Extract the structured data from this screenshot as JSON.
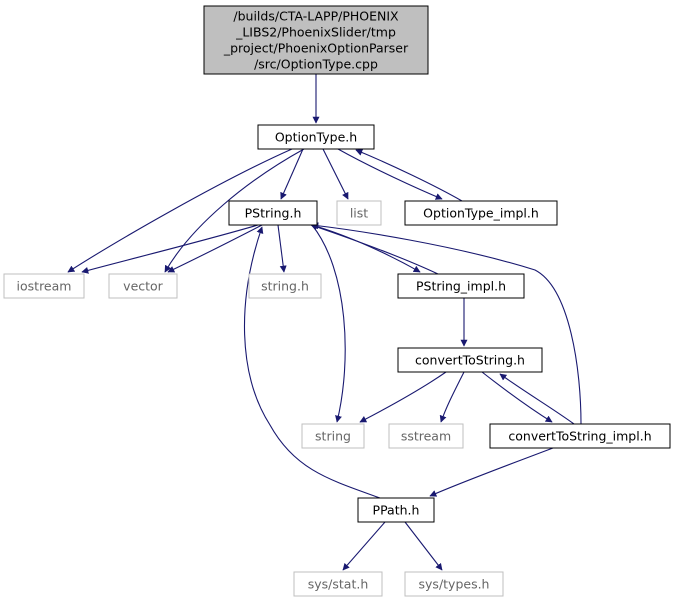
{
  "colors": {
    "edge": "#191970",
    "root_fill": "#bfbfbf",
    "node_border": "#000000",
    "external_border": "#bfbfbf",
    "external_text": "#666666",
    "text": "#000000"
  },
  "nodes": [
    {
      "id": "root",
      "kind": "root",
      "lines": [
        "/builds/CTA-LAPP/PHOENIX",
        "_LIBS2/PhoenixSlider/tmp",
        "_project/PhoenixOptionParser",
        "/src/OptionType.cpp"
      ]
    },
    {
      "id": "optiontype_h",
      "kind": "file",
      "lines": [
        "OptionType.h"
      ]
    },
    {
      "id": "pstring_h",
      "kind": "file",
      "lines": [
        "PString.h"
      ]
    },
    {
      "id": "list",
      "kind": "external",
      "lines": [
        "list"
      ]
    },
    {
      "id": "optiontype_impl_h",
      "kind": "file",
      "lines": [
        "OptionType_impl.h"
      ]
    },
    {
      "id": "iostream",
      "kind": "external",
      "lines": [
        "iostream"
      ]
    },
    {
      "id": "vector",
      "kind": "external",
      "lines": [
        "vector"
      ]
    },
    {
      "id": "string_h",
      "kind": "external",
      "lines": [
        "string.h"
      ]
    },
    {
      "id": "pstring_impl_h",
      "kind": "file",
      "lines": [
        "PString_impl.h"
      ]
    },
    {
      "id": "converttostring_h",
      "kind": "file",
      "lines": [
        "convertToString.h"
      ]
    },
    {
      "id": "string",
      "kind": "external",
      "lines": [
        "string"
      ]
    },
    {
      "id": "sstream",
      "kind": "external",
      "lines": [
        "sstream"
      ]
    },
    {
      "id": "converttostring_impl_h",
      "kind": "file",
      "lines": [
        "convertToString_impl.h"
      ]
    },
    {
      "id": "ppath_h",
      "kind": "file",
      "lines": [
        "PPath.h"
      ]
    },
    {
      "id": "sys_stat_h",
      "kind": "external",
      "lines": [
        "sys/stat.h"
      ]
    },
    {
      "id": "sys_types_h",
      "kind": "external",
      "lines": [
        "sys/types.h"
      ]
    }
  ],
  "edges": [
    {
      "from": "root",
      "to": "optiontype_h"
    },
    {
      "from": "optiontype_h",
      "to": "pstring_h"
    },
    {
      "from": "optiontype_h",
      "to": "list"
    },
    {
      "from": "optiontype_h",
      "to": "optiontype_impl_h"
    },
    {
      "from": "optiontype_h",
      "to": "iostream"
    },
    {
      "from": "optiontype_h",
      "to": "vector"
    },
    {
      "from": "optiontype_impl_h",
      "to": "optiontype_h"
    },
    {
      "from": "pstring_h",
      "to": "iostream"
    },
    {
      "from": "pstring_h",
      "to": "vector"
    },
    {
      "from": "pstring_h",
      "to": "string_h"
    },
    {
      "from": "pstring_h",
      "to": "string"
    },
    {
      "from": "pstring_h",
      "to": "pstring_impl_h"
    },
    {
      "from": "pstring_impl_h",
      "to": "pstring_h"
    },
    {
      "from": "pstring_impl_h",
      "to": "converttostring_h"
    },
    {
      "from": "converttostring_h",
      "to": "string"
    },
    {
      "from": "converttostring_h",
      "to": "sstream"
    },
    {
      "from": "converttostring_h",
      "to": "converttostring_impl_h"
    },
    {
      "from": "converttostring_impl_h",
      "to": "converttostring_h"
    },
    {
      "from": "converttostring_impl_h",
      "to": "pstring_h"
    },
    {
      "from": "converttostring_impl_h",
      "to": "ppath_h"
    },
    {
      "from": "ppath_h",
      "to": "pstring_h"
    },
    {
      "from": "ppath_h",
      "to": "sys_stat_h"
    },
    {
      "from": "ppath_h",
      "to": "sys_types_h"
    }
  ]
}
